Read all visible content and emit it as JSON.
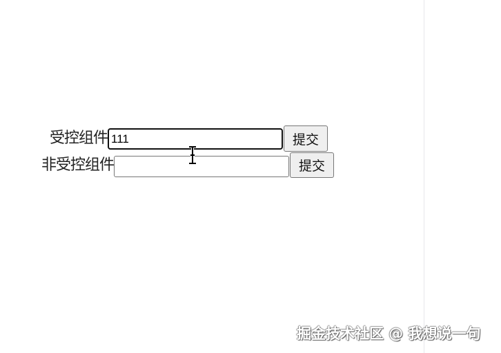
{
  "form": {
    "controlled": {
      "label": "受控组件",
      "input_value": "111",
      "input_focused": true,
      "submit_label": "提交"
    },
    "uncontrolled": {
      "label": "非受控组件",
      "input_value": "",
      "submit_label": "提交"
    }
  },
  "cursor": {
    "type": "ibeam-cursor-icon"
  },
  "watermark": {
    "text": "掘金技术社区 @ 我想说一句"
  },
  "colors": {
    "background": "#ffffff",
    "focused_border": "#101010",
    "button_bg": "#efefef",
    "divider": "#e6e6ea"
  }
}
